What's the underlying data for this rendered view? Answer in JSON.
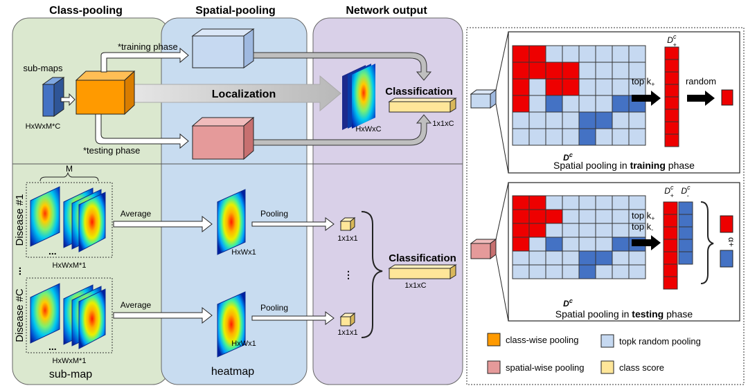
{
  "columns": {
    "class_pooling": "Class-pooling",
    "spatial_pooling": "Spatial-pooling",
    "network_output": "Network output"
  },
  "top": {
    "training_phase": "*training phase",
    "testing_phase": "*testing phase",
    "sub_maps": "sub-maps",
    "input_dims": "HxWxM*C",
    "localization": "Localization",
    "classification": "Classification",
    "heatmap_dims": "HxWxC",
    "score_dims": "1x1xC"
  },
  "bottom": {
    "disease_1": "Disease #1",
    "disease_c": "Disease #C",
    "vdots": "...",
    "m_label": "M",
    "submap_dims_1": "HxWxM*1",
    "submap_dims_2": "HxWxM*1",
    "ellipsis_1": "...",
    "ellipsis_2": "...",
    "average_1": "Average",
    "average_2": "Average",
    "pooling_1": "Pooling",
    "pooling_2": "Pooling",
    "heat_dims_1": "HxWx1",
    "heat_dims_2": "HxWx1",
    "cube_dims_1": "1x1x1",
    "cube_dims_2": "1x1x1",
    "classification": "Classification",
    "score_dims": "1x1xC",
    "sub_map": "sub-map",
    "heatmap": "heatmap"
  },
  "right_top": {
    "matrix_label": "D",
    "matrix_sup": "c",
    "dplus_label": "D",
    "dplus_sup": "c",
    "dplus_sub": "+",
    "top_k": "top k",
    "top_k_sub": "+",
    "random": "random",
    "caption_pre": "Spatial pooling in ",
    "caption_bold": "training",
    "caption_post": " phase"
  },
  "right_bottom": {
    "matrix_label": "D",
    "matrix_sup": "c",
    "dplus_label": "D",
    "dplus_sup": "c",
    "dplus_sub": "+",
    "dminus_label": "D",
    "dminus_sup": "c",
    "dminus_sub": "-",
    "top_k_plus": "top k",
    "top_k_plus_sub": "+",
    "top_k_minus": "top k",
    "top_k_minus_sub": "-",
    "alpha_label": "α+",
    "caption_pre": "Spatial pooling in ",
    "caption_bold": "testing",
    "caption_post": " phase"
  },
  "legend": {
    "class_wise": "class-wise pooling",
    "topk_random": "topk random pooling",
    "spatial_wise": "spatial-wise pooling",
    "class_score": "class score"
  },
  "colors": {
    "green_panel": "#dbe8cf",
    "blue_panel": "#c8dcf0",
    "purple_panel": "#d9d0e8",
    "orange": "#ff9a00",
    "pink": "#e59a9a",
    "light_blue": "#c6d9f1",
    "yellow": "#ffe699",
    "red": "#ee0000",
    "blue": "#4472c4",
    "grid_fill": "#c6d9f1",
    "dark_blue": "#2f5597"
  },
  "grid_top": [
    "RRLLLLLL",
    "RRRRLLLL",
    "RLRRLLLL",
    "RLBLLLBB",
    "LLLLBBLL",
    "LLLLBLLL"
  ],
  "grid_bottom": [
    "RRLLLLLL",
    "RRRLLLLL",
    "RRLLLLLL",
    "RLBLLLBB",
    "LLLLBBLL",
    "LLLLBLLL"
  ]
}
